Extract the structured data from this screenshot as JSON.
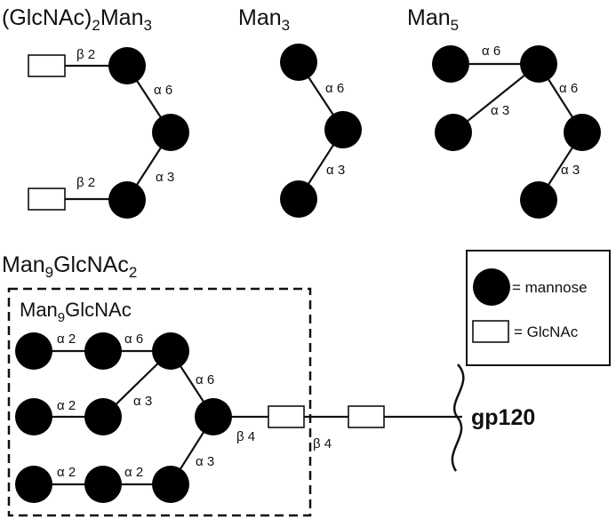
{
  "structures": {
    "glcnac2man3": {
      "title_main": "(GlcNAc)",
      "title_sub1": "2",
      "title_mid": "Man",
      "title_sub2": "3",
      "labels": {
        "b2_top": "β 2",
        "b2_bottom": "β 2",
        "a6": "α 6",
        "a3": "α 3"
      }
    },
    "man3": {
      "title_main": "Man",
      "title_sub": "3",
      "labels": {
        "a6": "α 6",
        "a3": "α 3"
      }
    },
    "man5": {
      "title_main": "Man",
      "title_sub": "5",
      "labels": {
        "a6_top": "α 6",
        "a3_left": "α 3",
        "a6_right": "α 6",
        "a3_bottom": "α 3"
      }
    },
    "man9glcnac2": {
      "title_main": "Man",
      "title_sub1": "9",
      "title_mid": "GlcNAc",
      "title_sub2": "2"
    },
    "man9glcnac": {
      "title_main": "Man",
      "title_sub": "9",
      "title_mid": "GlcNAc",
      "labels": {
        "a2_top": "α 2",
        "a6_top": "α 6",
        "a2_mid": "α 2",
        "a3_mid": "α 3",
        "a6_right": "α 6",
        "a2_bl": "α 2",
        "a2_br": "α 2",
        "a3_bottom": "α 3",
        "b4_first": "β 4",
        "b4_second": "β 4"
      }
    }
  },
  "legend": {
    "mannose": "= mannose",
    "glcnac": "= GlcNAc"
  },
  "protein": "gp120",
  "colors": {
    "mannose": "#000000",
    "glcnac": "#ffffff",
    "line": "#111111"
  },
  "icons": {
    "mannose": "filled-circle",
    "glcnac": "open-rectangle"
  }
}
